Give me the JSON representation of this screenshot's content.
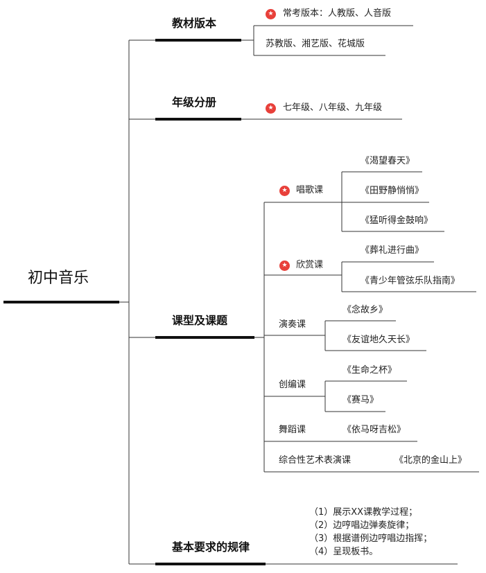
{
  "root": "初中音乐",
  "branches": {
    "textbook": {
      "title": "教材版本",
      "items": [
        "常考版本：人教版、人音版",
        "苏教版、湘艺版、花城版"
      ]
    },
    "grade": {
      "title": "年级分册",
      "items": [
        "七年级、八年级、九年级"
      ]
    },
    "course": {
      "title": "课型及课题",
      "types": [
        {
          "name": "唱歌课",
          "titles": [
            "《渴望春天》",
            "《田野静悄悄》",
            "《猛听得金鼓响》"
          ]
        },
        {
          "name": "欣赏课",
          "titles": [
            "《葬礼进行曲》",
            "《青少年管弦乐队指南》"
          ]
        },
        {
          "name": "演奏课",
          "titles": [
            "《念故乡》",
            "《友谊地久天长》"
          ]
        },
        {
          "name": "创编课",
          "titles": [
            "《生命之杯》",
            "《赛马》"
          ]
        },
        {
          "name": "舞蹈课",
          "titles": [
            "《依马呀吉松》"
          ]
        },
        {
          "name": "综合性艺术表演课",
          "titles": [
            "《北京的金山上》"
          ]
        }
      ]
    },
    "requirements": {
      "title": "基本要求的规律",
      "items": [
        "（1）展示XX课教学过程；",
        "（2）边哼唱边弹奏旋律；",
        "（3）根据谱例边哼唱边指挥；",
        "（4）呈现板书。"
      ]
    }
  },
  "star_icon_color": "#e8403a"
}
